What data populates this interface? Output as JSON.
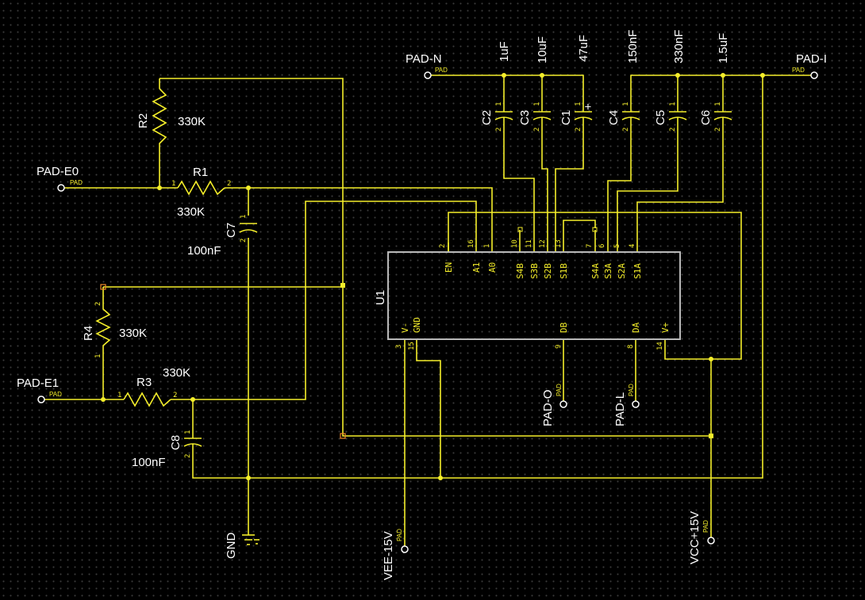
{
  "colors": {
    "background": "#000000",
    "wire": "#f4ee2a",
    "text": "#ffffff",
    "chip_outline": "#b8b8b8"
  },
  "ports": {
    "pad_n": "PAD-N",
    "pad_i": "PAD-I",
    "pad_e0": "PAD-E0",
    "pad_e1": "PAD-E1",
    "pad_o": "PAD-O",
    "pad_l": "PAD-L",
    "vee": "VEE-15V",
    "vcc": "VCC+15V",
    "gnd": "GND",
    "pad_tag": "PAD"
  },
  "resistors": {
    "r1": {
      "ref": "R1",
      "value": "330K"
    },
    "r2": {
      "ref": "R2",
      "value": "330K"
    },
    "r3": {
      "ref": "R3",
      "value": "330K"
    },
    "r4": {
      "ref": "R4",
      "value": "330K"
    }
  },
  "capacitors": {
    "c1": {
      "ref": "C1",
      "value": "47uF",
      "polarity": "+"
    },
    "c2": {
      "ref": "C2",
      "value": "1uF"
    },
    "c3": {
      "ref": "C3",
      "value": "10uF"
    },
    "c4": {
      "ref": "C4",
      "value": "150nF"
    },
    "c5": {
      "ref": "C5",
      "value": "330nF"
    },
    "c6": {
      "ref": "C6",
      "value": "1.5uF"
    },
    "c7": {
      "ref": "C7",
      "value": "100nF"
    },
    "c8": {
      "ref": "C8",
      "value": "100nF"
    }
  },
  "pin_nums": {
    "p1": "1",
    "p2": "2"
  },
  "chip": {
    "ref": "U1",
    "top_pins": [
      {
        "name": "EN",
        "num": "2"
      },
      {
        "name": "A1",
        "num": "16"
      },
      {
        "name": "A0",
        "num": "1"
      },
      {
        "name": "S4B",
        "num": "10"
      },
      {
        "name": "S3B",
        "num": "11"
      },
      {
        "name": "S2B",
        "num": "12"
      },
      {
        "name": "S1B",
        "num": "13"
      },
      {
        "name": "S4A",
        "num": "7"
      },
      {
        "name": "S3A",
        "num": "6"
      },
      {
        "name": "S2A",
        "num": "5"
      },
      {
        "name": "S1A",
        "num": "4"
      }
    ],
    "bottom_pins": [
      {
        "name": "V-",
        "num": "3"
      },
      {
        "name": "GND",
        "num": "15"
      },
      {
        "name": "DB",
        "num": "9"
      },
      {
        "name": "DA",
        "num": "8"
      },
      {
        "name": "V+",
        "num": "14"
      }
    ]
  }
}
